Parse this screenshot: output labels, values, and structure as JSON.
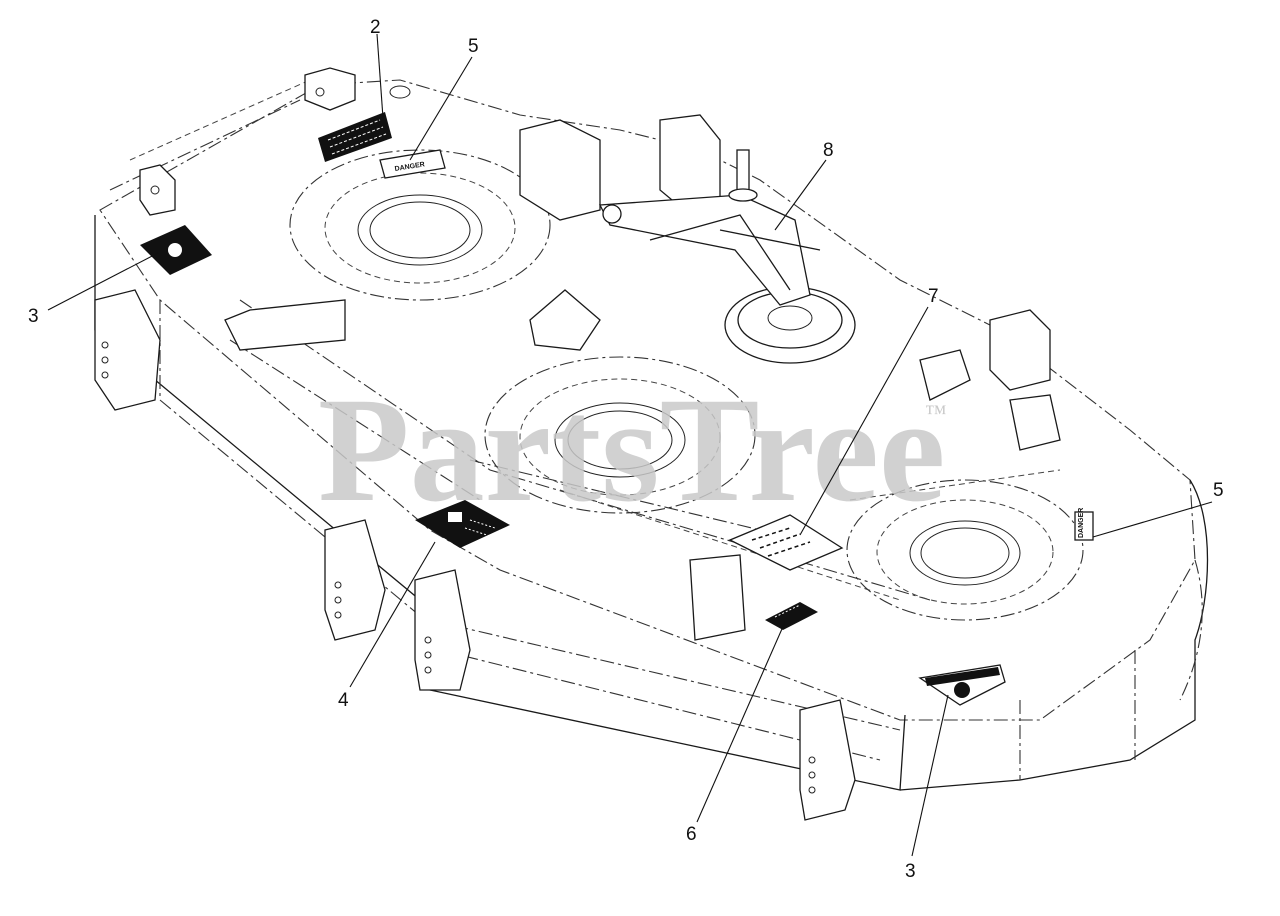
{
  "watermark": {
    "brand": "PartsTree",
    "trademark": "™"
  },
  "decal_text": {
    "danger": "DANGER"
  },
  "callouts": [
    {
      "id": "c2",
      "label": "2"
    },
    {
      "id": "c5a",
      "label": "5"
    },
    {
      "id": "c8",
      "label": "8"
    },
    {
      "id": "c3a",
      "label": "3"
    },
    {
      "id": "c7",
      "label": "7"
    },
    {
      "id": "c5b",
      "label": "5"
    },
    {
      "id": "c4",
      "label": "4"
    },
    {
      "id": "c6",
      "label": "6"
    },
    {
      "id": "c3b",
      "label": "3"
    }
  ]
}
